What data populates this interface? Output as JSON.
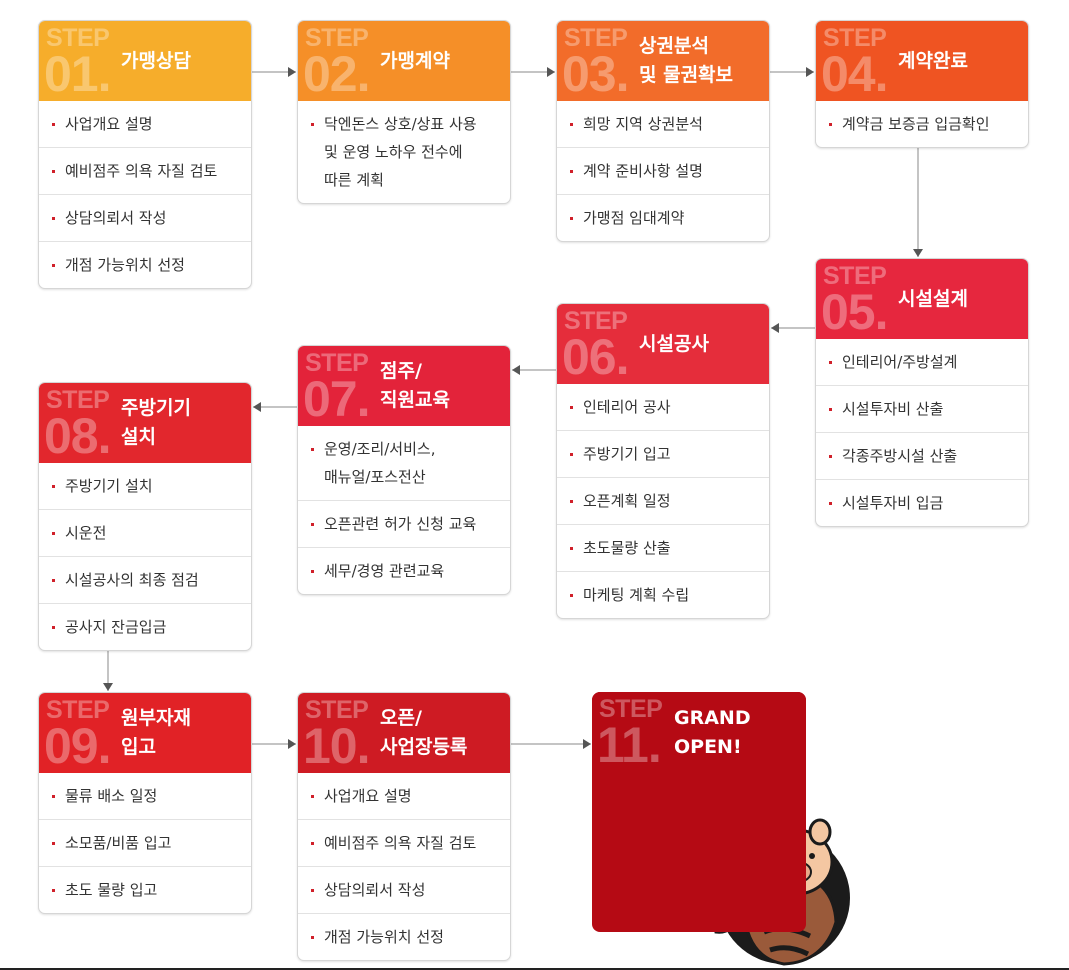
{
  "step_label": "STEP",
  "steps": [
    {
      "num": "01.",
      "title": "가맹상담",
      "color": "#f6ad2b",
      "items": [
        "사업개요 설명",
        "예비점주 의욕 자질 검토",
        "상담의뢰서 작성",
        "개점 가능위치 선정"
      ]
    },
    {
      "num": "02.",
      "title": "가맹계약",
      "color": "#f58f28",
      "items": [
        "닥엔돈스 상호/상표 사용\n및 운영 노하우 전수에\n따른 계획"
      ]
    },
    {
      "num": "03.",
      "title": "상권분석\n및 물권확보",
      "color": "#f26c2a",
      "items": [
        "희망 지역 상권분석",
        "계약 준비사항 설명",
        "가맹점 임대계약"
      ]
    },
    {
      "num": "04.",
      "title": "계약완료",
      "color": "#ef5422",
      "items": [
        "계약금 보증금 입금확인"
      ]
    },
    {
      "num": "05.",
      "title": "시설설계",
      "color": "#e6273e",
      "items": [
        "인테리어/주방설계",
        "시설투자비 산출",
        "각종주방시설 산출",
        "시설투자비 입금"
      ]
    },
    {
      "num": "06.",
      "title": "시설공사",
      "color": "#e52d3b",
      "items": [
        "인테리어 공사",
        "주방기기 입고",
        "오픈계획 일정",
        "초도물량 산출",
        "마케팅 계획 수립"
      ]
    },
    {
      "num": "07.",
      "title": "점주/\n직원교육",
      "color": "#e3233a",
      "items": [
        "운영/조리/서비스,\n매뉴얼/포스전산",
        "오픈관련 허가 신청 교육",
        "세무/경영 관련교육"
      ]
    },
    {
      "num": "08.",
      "title": "주방기기\n설치",
      "color": "#e2272d",
      "items": [
        "주방기기 설치",
        "시운전",
        "시설공사의 최종 점검",
        "공사지 잔금입금"
      ]
    },
    {
      "num": "09.",
      "title": "원부자재\n입고",
      "color": "#e12226",
      "items": [
        "물류 배소 일정",
        "소모품/비품 입고",
        "초도 물량 입고"
      ]
    },
    {
      "num": "10.",
      "title": "오픈/\n사업장등록",
      "color": "#ce1b23",
      "items": [
        "사업개요 설명",
        "예비점주 의욕 자질 검토",
        "상담의뢰서 작성",
        "개점 가능위치 선정"
      ]
    },
    {
      "num": "11.",
      "title": "GRAND\nOPEN!",
      "color": "#b50a14",
      "items": []
    }
  ],
  "colors": {
    "arrow": "#8a8a8a",
    "bullet": "#d0202a"
  },
  "icons": {
    "mascot": "chicken-and-pig-mascot-icon"
  }
}
